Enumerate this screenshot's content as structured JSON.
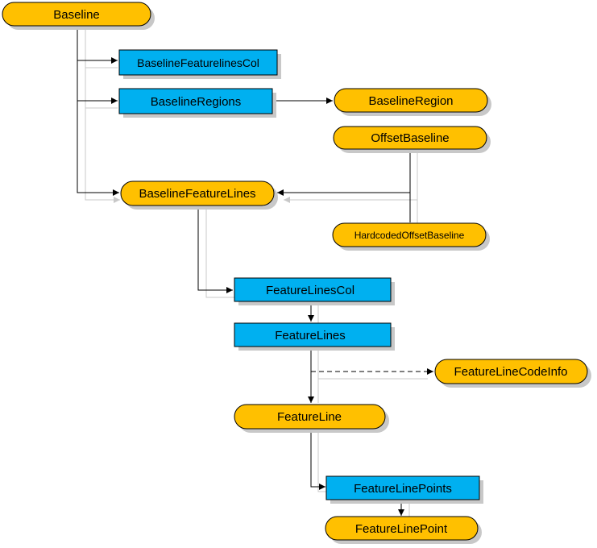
{
  "colors": {
    "object_fill": "#FFC000",
    "collection_fill": "#00B0F0",
    "outline": "#000000",
    "shadow": "#C8C8C8",
    "connector": "#000000"
  },
  "nodes": {
    "baseline": {
      "label": "Baseline",
      "kind": "object"
    },
    "baseline_featurelines_col": {
      "label": "BaselineFeaturelinesCol",
      "kind": "collection"
    },
    "baseline_regions": {
      "label": "BaselineRegions",
      "kind": "collection"
    },
    "baseline_region": {
      "label": "BaselineRegion",
      "kind": "object"
    },
    "offset_baseline": {
      "label": "OffsetBaseline",
      "kind": "object"
    },
    "baseline_feature_lines": {
      "label": "BaselineFeatureLines",
      "kind": "object"
    },
    "hardcoded_offset_baseline": {
      "label": "HardcodedOffsetBaseline",
      "kind": "object"
    },
    "feature_lines_col": {
      "label": "FeatureLinesCol",
      "kind": "collection"
    },
    "feature_lines": {
      "label": "FeatureLines",
      "kind": "collection"
    },
    "feature_line_code_info": {
      "label": "FeatureLineCodeInfo",
      "kind": "object"
    },
    "feature_line": {
      "label": "FeatureLine",
      "kind": "object"
    },
    "feature_line_points": {
      "label": "FeatureLinePoints",
      "kind": "collection"
    },
    "feature_line_point": {
      "label": "FeatureLinePoint",
      "kind": "object"
    }
  }
}
